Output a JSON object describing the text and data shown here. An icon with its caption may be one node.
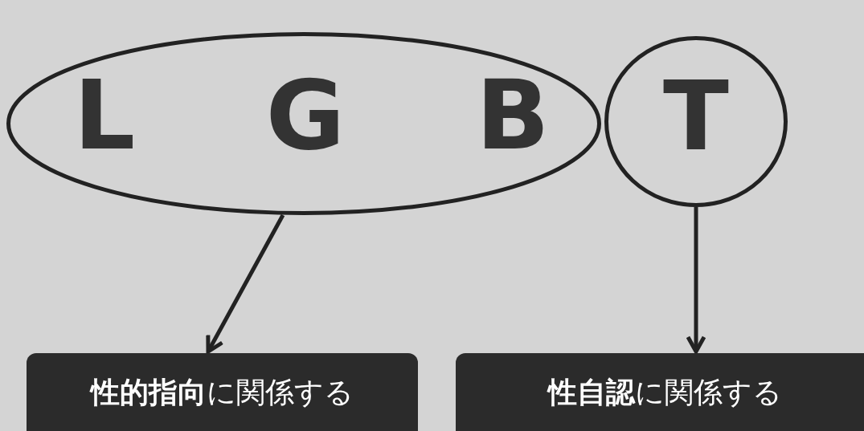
{
  "diagram": {
    "nodes": [
      {
        "text": [
          "L",
          "G",
          "B"
        ]
      },
      {
        "text": [
          "T"
        ]
      },
      {
        "text": [
          "**性的指向**に関係する"
        ]
      },
      {
        "text": [
          "**性自認**に関係する"
        ]
      }
    ],
    "edges": [
      {
        "from": 0,
        "to": 2,
        "arrow": "to"
      },
      {
        "from": 1,
        "to": 3,
        "arrow": "to"
      }
    ]
  }
}
